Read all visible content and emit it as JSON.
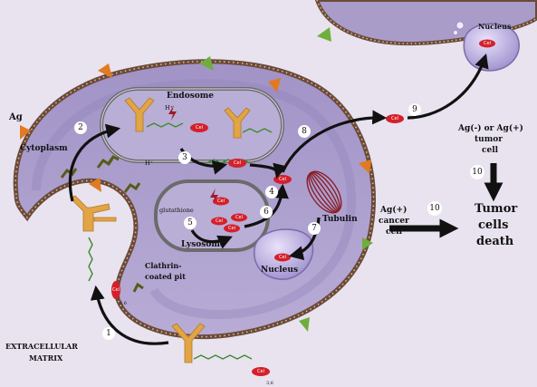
{
  "labels": {
    "ag": "Ag",
    "cytoplasm": "Cytoplasm",
    "endosome": "Endosome",
    "h_plus": "H⁺",
    "glutathione": "glutathione",
    "lysosome": "Lysosome",
    "nucleus": "Nucleus",
    "tubulin": "Tubulin",
    "clathrin_line1": "Clathrin-",
    "clathrin_line2": "coated pit",
    "extracellular_line1": "EXTRACELLULAR",
    "extracellular_line2": "MATRIX",
    "ag_pos_line1": "Ag(+)",
    "ag_pos_line2": "cancer",
    "ag_pos_line3": "cell",
    "ag_neg_line1": "Ag(-) or Ag(+)",
    "ag_neg_line2": "tumor",
    "ag_neg_line3": "cell",
    "death_line1": "Tumor",
    "death_line2": "cells",
    "death_line3": "death",
    "payload": "Cel",
    "linker_subscript": "3,6"
  },
  "steps": [
    "1",
    "2",
    "3",
    "4",
    "5",
    "6",
    "7",
    "8",
    "9",
    "10",
    "10"
  ],
  "colors": {
    "background": "#e8e3ef",
    "cell_fill": "#a99cc9",
    "membrane": "#6b4a3c",
    "membrane_dots": "#d9c089",
    "vesicle_fill": "#b9aed6",
    "antibody": "#e3a446",
    "antigen_orange": "#e27a21",
    "antigen_green": "#6fae3c",
    "linker": "#3d8a2c",
    "payload_red": "#d4202a",
    "nucleus_fill": "#bdb0e1"
  }
}
